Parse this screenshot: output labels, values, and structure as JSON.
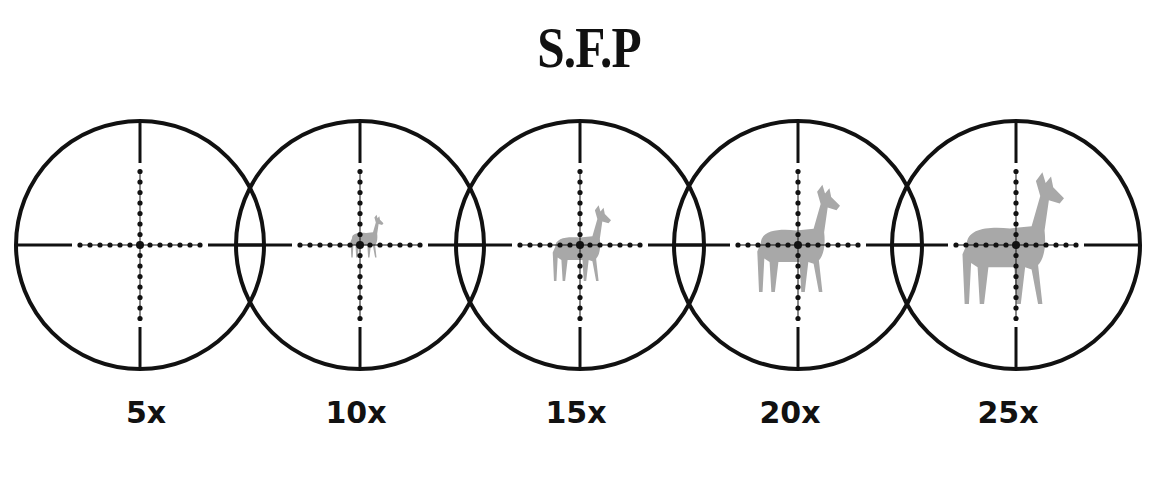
{
  "diagram": {
    "title": "S.F.P",
    "labels": [
      "5x",
      "10x",
      "15x",
      "20x",
      "25x"
    ]
  }
}
